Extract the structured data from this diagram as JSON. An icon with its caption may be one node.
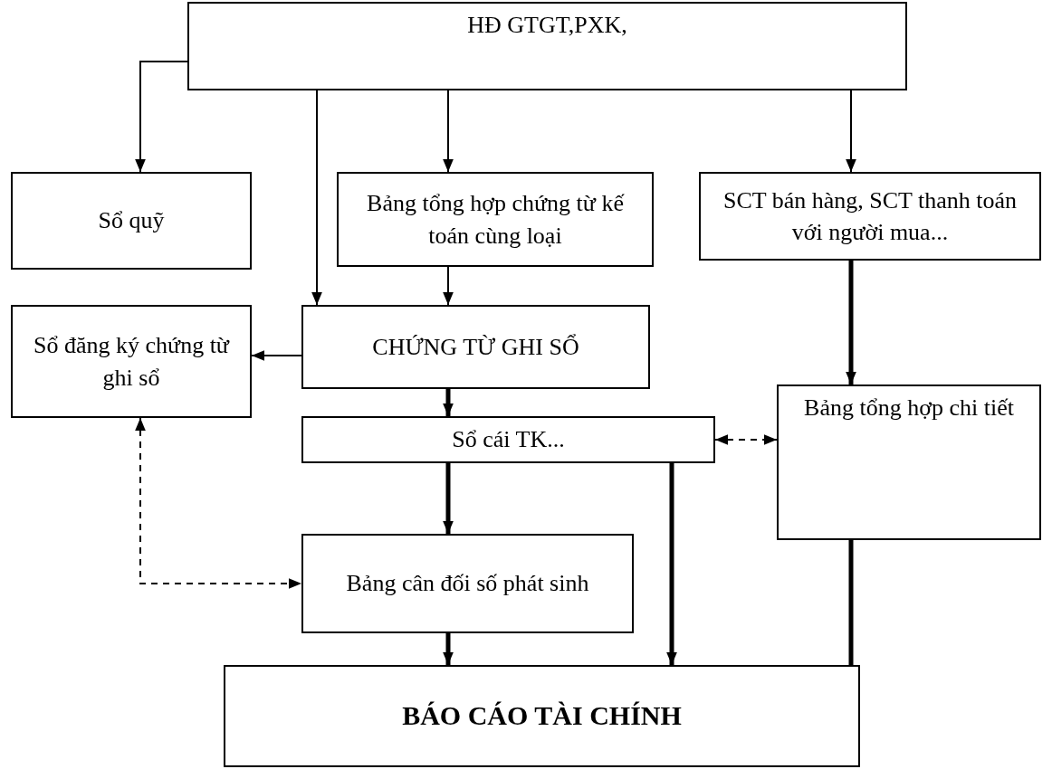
{
  "diagram": {
    "nodes": [
      {
        "text": [
          "HĐ GTGT,PXK,"
        ]
      },
      {
        "text": [
          "Sổ quỹ"
        ]
      },
      {
        "text": [
          "Bảng tổng hợp chứng từ kế toán cùng loại"
        ]
      },
      {
        "text": [
          "SCT bán hàng, SCT thanh toán với người mua..."
        ]
      },
      {
        "text": [
          "Sổ đăng ký chứng từ ghi sổ"
        ]
      },
      {
        "text": [
          "CHỨNG TỪ GHI SỔ"
        ]
      },
      {
        "text": [
          "Sổ cái TK..."
        ]
      },
      {
        "text": [
          "Bảng tổng hợp chi tiết"
        ]
      },
      {
        "text": [
          "Bảng cân đối số phát sinh"
        ]
      },
      {
        "text": [
          "BÁO CÁO TÀI CHÍNH"
        ]
      }
    ],
    "edges": [
      {
        "from": 0,
        "to": 1,
        "arrow": "to"
      },
      {
        "from": 0,
        "to": 5,
        "arrow": "to"
      },
      {
        "from": 0,
        "to": 2,
        "arrow": "to"
      },
      {
        "from": 0,
        "to": 3,
        "arrow": "to"
      },
      {
        "from": 2,
        "to": 5,
        "arrow": "to"
      },
      {
        "from": 5,
        "to": 4,
        "arrow": "to"
      },
      {
        "from": 5,
        "to": 6,
        "arrow": "to",
        "style": "thick"
      },
      {
        "from": 3,
        "to": 7,
        "arrow": "to",
        "style": "thick"
      },
      {
        "from": 6,
        "to": 7,
        "arrow": "both",
        "style": "dashed"
      },
      {
        "from": 6,
        "to": 8,
        "arrow": "to",
        "style": "thick"
      },
      {
        "from": 4,
        "to": 8,
        "arrow": "both",
        "style": "dashed"
      },
      {
        "from": 8,
        "to": 9,
        "arrow": "to",
        "style": "thick"
      },
      {
        "from": 6,
        "to": 9,
        "arrow": "to",
        "style": "thick"
      },
      {
        "from": 7,
        "to": 9,
        "arrow": "to",
        "style": "thick"
      }
    ]
  }
}
